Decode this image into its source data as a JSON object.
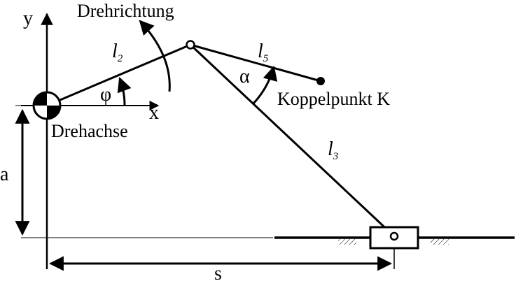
{
  "labels": {
    "y_axis": "y",
    "x_axis": "x",
    "rotation": "Drehrichtung",
    "pivot": "Drehachse",
    "offset": "a",
    "distance": "s",
    "phi": "φ",
    "alpha": "α",
    "coupler_point": "Koppelpunkt K",
    "l2": {
      "letter": "l",
      "sub": "2"
    },
    "l3": {
      "letter": "l",
      "sub": "3"
    },
    "l5": {
      "letter": "l",
      "sub": "5"
    }
  },
  "colors": {
    "ink": "#000000",
    "background": "#ffffff"
  }
}
